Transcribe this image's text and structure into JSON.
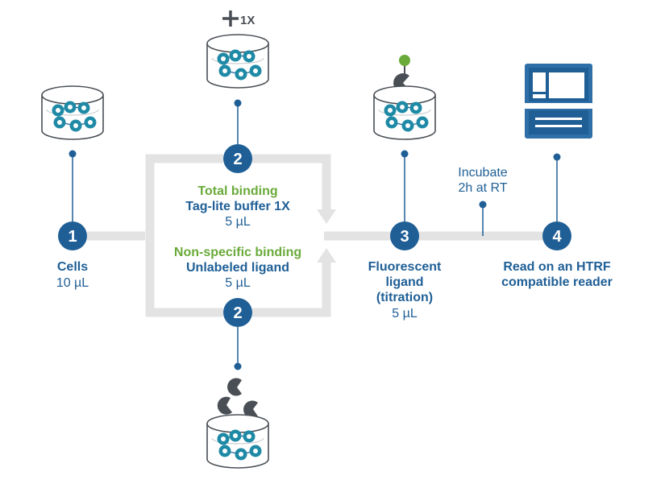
{
  "colors": {
    "blue": "#1f5f96",
    "teal": "#1e8aa6",
    "green": "#6aaa3a",
    "gray_flow": "#e3e3e3",
    "dark_gray": "#4a4f55",
    "reader_blue": "#2f6fa8"
  },
  "steps": {
    "s1": {
      "number": "1"
    },
    "s2_top": {
      "number": "2"
    },
    "s2_bottom": {
      "number": "2"
    },
    "s3": {
      "number": "3"
    },
    "s4": {
      "number": "4"
    }
  },
  "labels": {
    "cells_title": "Cells",
    "cells_volume": "10 µL",
    "total_title": "Total binding",
    "total_reagent": "Tag-lite buffer 1X",
    "total_volume": "5 µL",
    "nonspecific_title": "Non-specific binding",
    "nonspecific_reagent": "Unlabeled ligand",
    "nonspecific_volume": "5 µL",
    "fluor_line1": "Fluorescent",
    "fluor_line2": "ligand",
    "fluor_line3": "(titration)",
    "fluor_volume": "5 µL",
    "incubate_line1": "Incubate",
    "incubate_line2": "2h at RT",
    "read_line1": "Read on an HTRF",
    "read_line2": "compatible reader",
    "buffer_tag": "1X"
  },
  "icons": {
    "plus": "plus-icon",
    "well": "cell-well-icon",
    "reader": "htrf-reader-icon",
    "ligand": "fluorescent-ligand-icon",
    "competitor": "unlabeled-ligand-icon"
  }
}
